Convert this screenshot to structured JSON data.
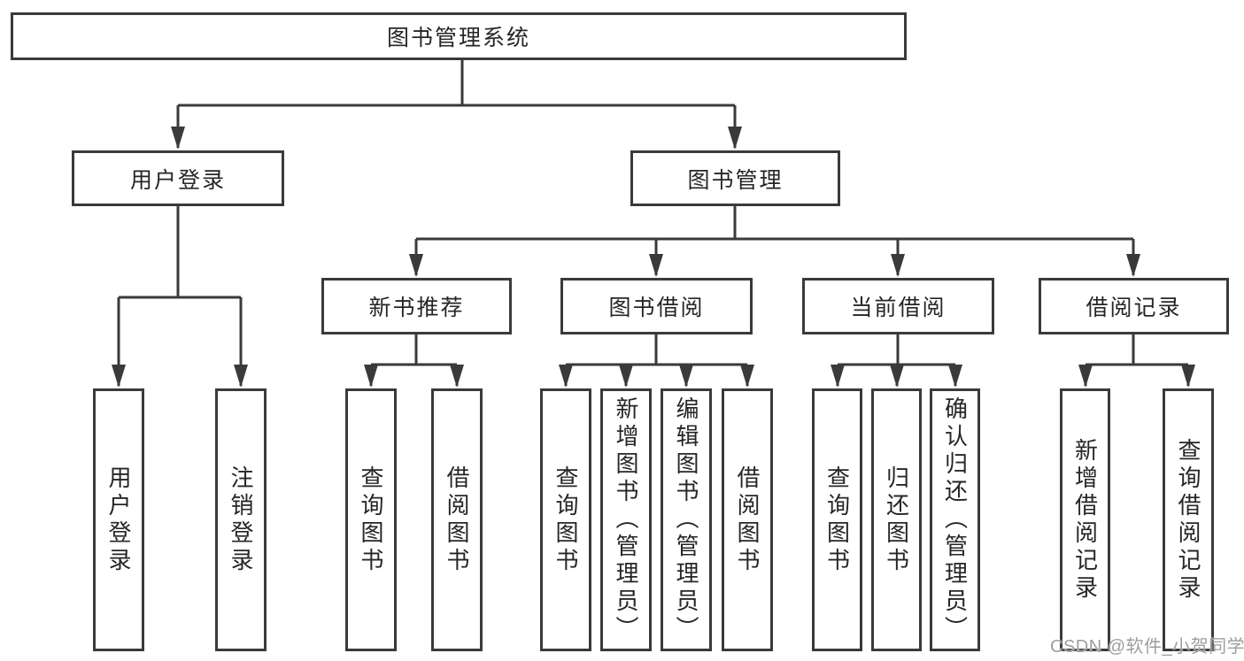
{
  "tree": {
    "root": {
      "label": "图书管理系统",
      "children": [
        {
          "label": "用户登录",
          "children": [
            {
              "label": "用户登录"
            },
            {
              "label": "注销登录"
            }
          ]
        },
        {
          "label": "图书管理",
          "children": [
            {
              "label": "新书推荐",
              "children": [
                {
                  "label": "查询图书"
                },
                {
                  "label": "借阅图书"
                }
              ]
            },
            {
              "label": "图书借阅",
              "children": [
                {
                  "label": "查询图书"
                },
                {
                  "label": "新增图书（管理员）"
                },
                {
                  "label": "编辑图书（管理员）"
                },
                {
                  "label": "借阅图书"
                }
              ]
            },
            {
              "label": "当前借阅",
              "children": [
                {
                  "label": "查询图书"
                },
                {
                  "label": "归还图书"
                },
                {
                  "label": "确认归还（管理员）"
                }
              ]
            },
            {
              "label": "借阅记录",
              "children": [
                {
                  "label": "新增借阅记录"
                },
                {
                  "label": "查询借阅记录"
                }
              ]
            }
          ]
        }
      ]
    }
  },
  "watermark": {
    "text": "CSDN @软件_小贺同学"
  },
  "colors": {
    "line": "#3a3a3a",
    "text": "#262626",
    "box-bg": "#ffffff",
    "watermark": "#9e9e9e",
    "background": "#ffffff"
  }
}
